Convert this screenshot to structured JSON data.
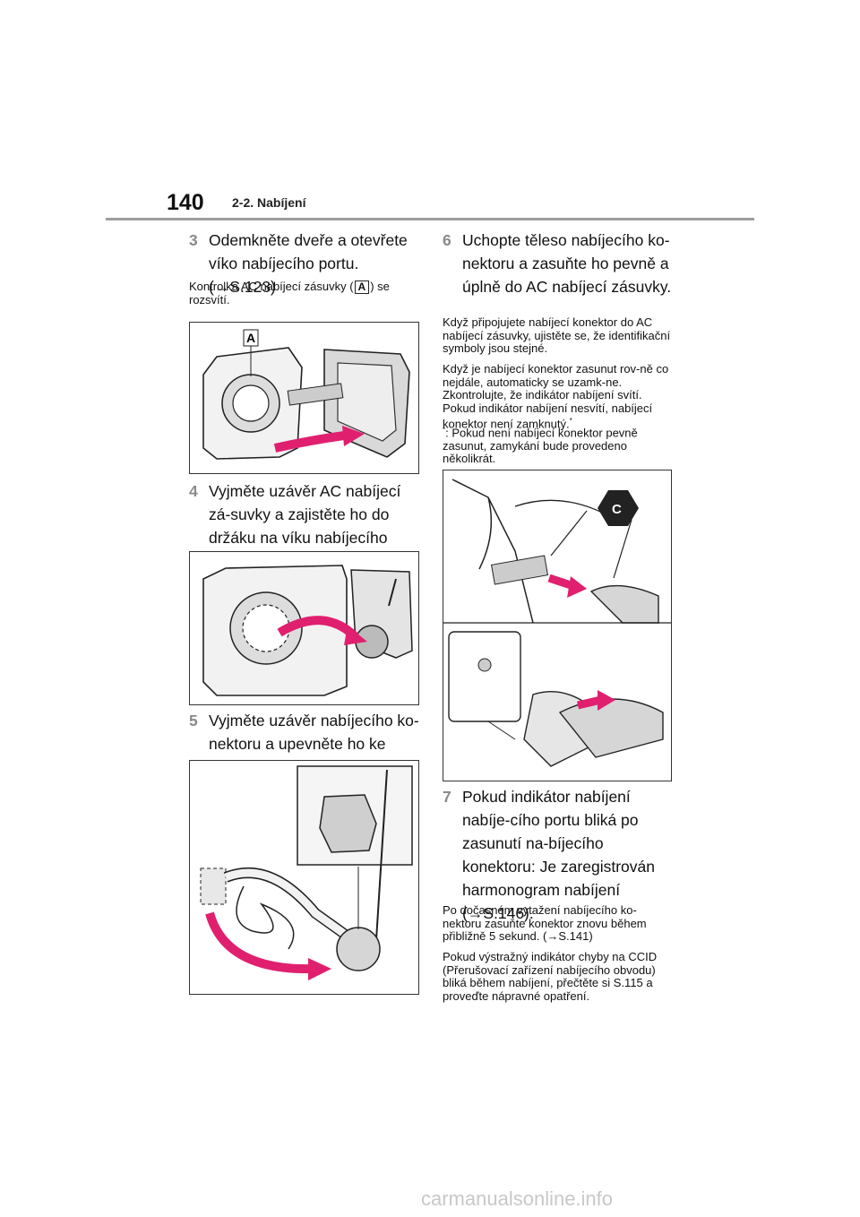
{
  "header": {
    "page_number": "140",
    "section": "2-2. Nabíjení"
  },
  "steps": [
    {
      "num": "3",
      "text": "Odemkněte dveře a otevřete víko nabíjecího portu. (→S.123)"
    },
    {
      "num": "4",
      "text": "Vyjměte uzávěr AC nabíjecí zá-suvky a zajistěte ho do držáku na víku nabíjecího portu."
    },
    {
      "num": "5",
      "text": "Vyjměte uzávěr nabíjecího ko-nektoru a upevněte ho ke kabelu."
    },
    {
      "num": "6",
      "text": "Uchopte těleso nabíjecího ko-nektoru a zasuňte ho pevně a úplně do AC nabíjecí zásuvky."
    },
    {
      "num": "7",
      "text": "Pokud indikátor nabíjení nabíje-cího portu bliká po zasunutí na-bíjecího konektoru: Je zaregistrován harmonogram nabíjení (→S.146)."
    }
  ],
  "notes": {
    "step3_prefix": "Kontrolka AC nabíjecí zásuvky (",
    "step3_label": "A",
    "step3_suffix": ") se rozsvítí.",
    "step6_a": "Když připojujete nabíjecí konektor do AC nabíjecí zásuvky, ujistěte se, že identifikační symboly jsou stejné.",
    "step6_b": "Když je nabíjecí konektor zasunut rov-ně co nejdále, automaticky se uzamk-ne. Zkontrolujte, že indikátor nabíjení svítí. Pokud indikátor nabíjení nesvítí, nabíjecí konektor není zamknutý.",
    "step6_b_mark": "*",
    "footnote_mark": "*",
    "footnote": ": Pokud není nabíjecí konektor pevně zasunut, zamykání bude provedeno několikrát.",
    "step7_a": "Po dočasném vytažení nabíjecího ko-nektoru zasuňte konektor znovu během přibližně 5 sekund. (→S.141)",
    "step7_b": "Pokud výstražný indikátor chyby na CCID (Přerušovací zařízení nabíjecího obvodu) bliká během nabíjení, přečtěte si S.115 a proveďte nápravné opatření."
  },
  "figure_labels": {
    "fig1_label": "A",
    "fig6_label": "C"
  },
  "footer": {
    "watermark": "carmanualsonline.info"
  }
}
